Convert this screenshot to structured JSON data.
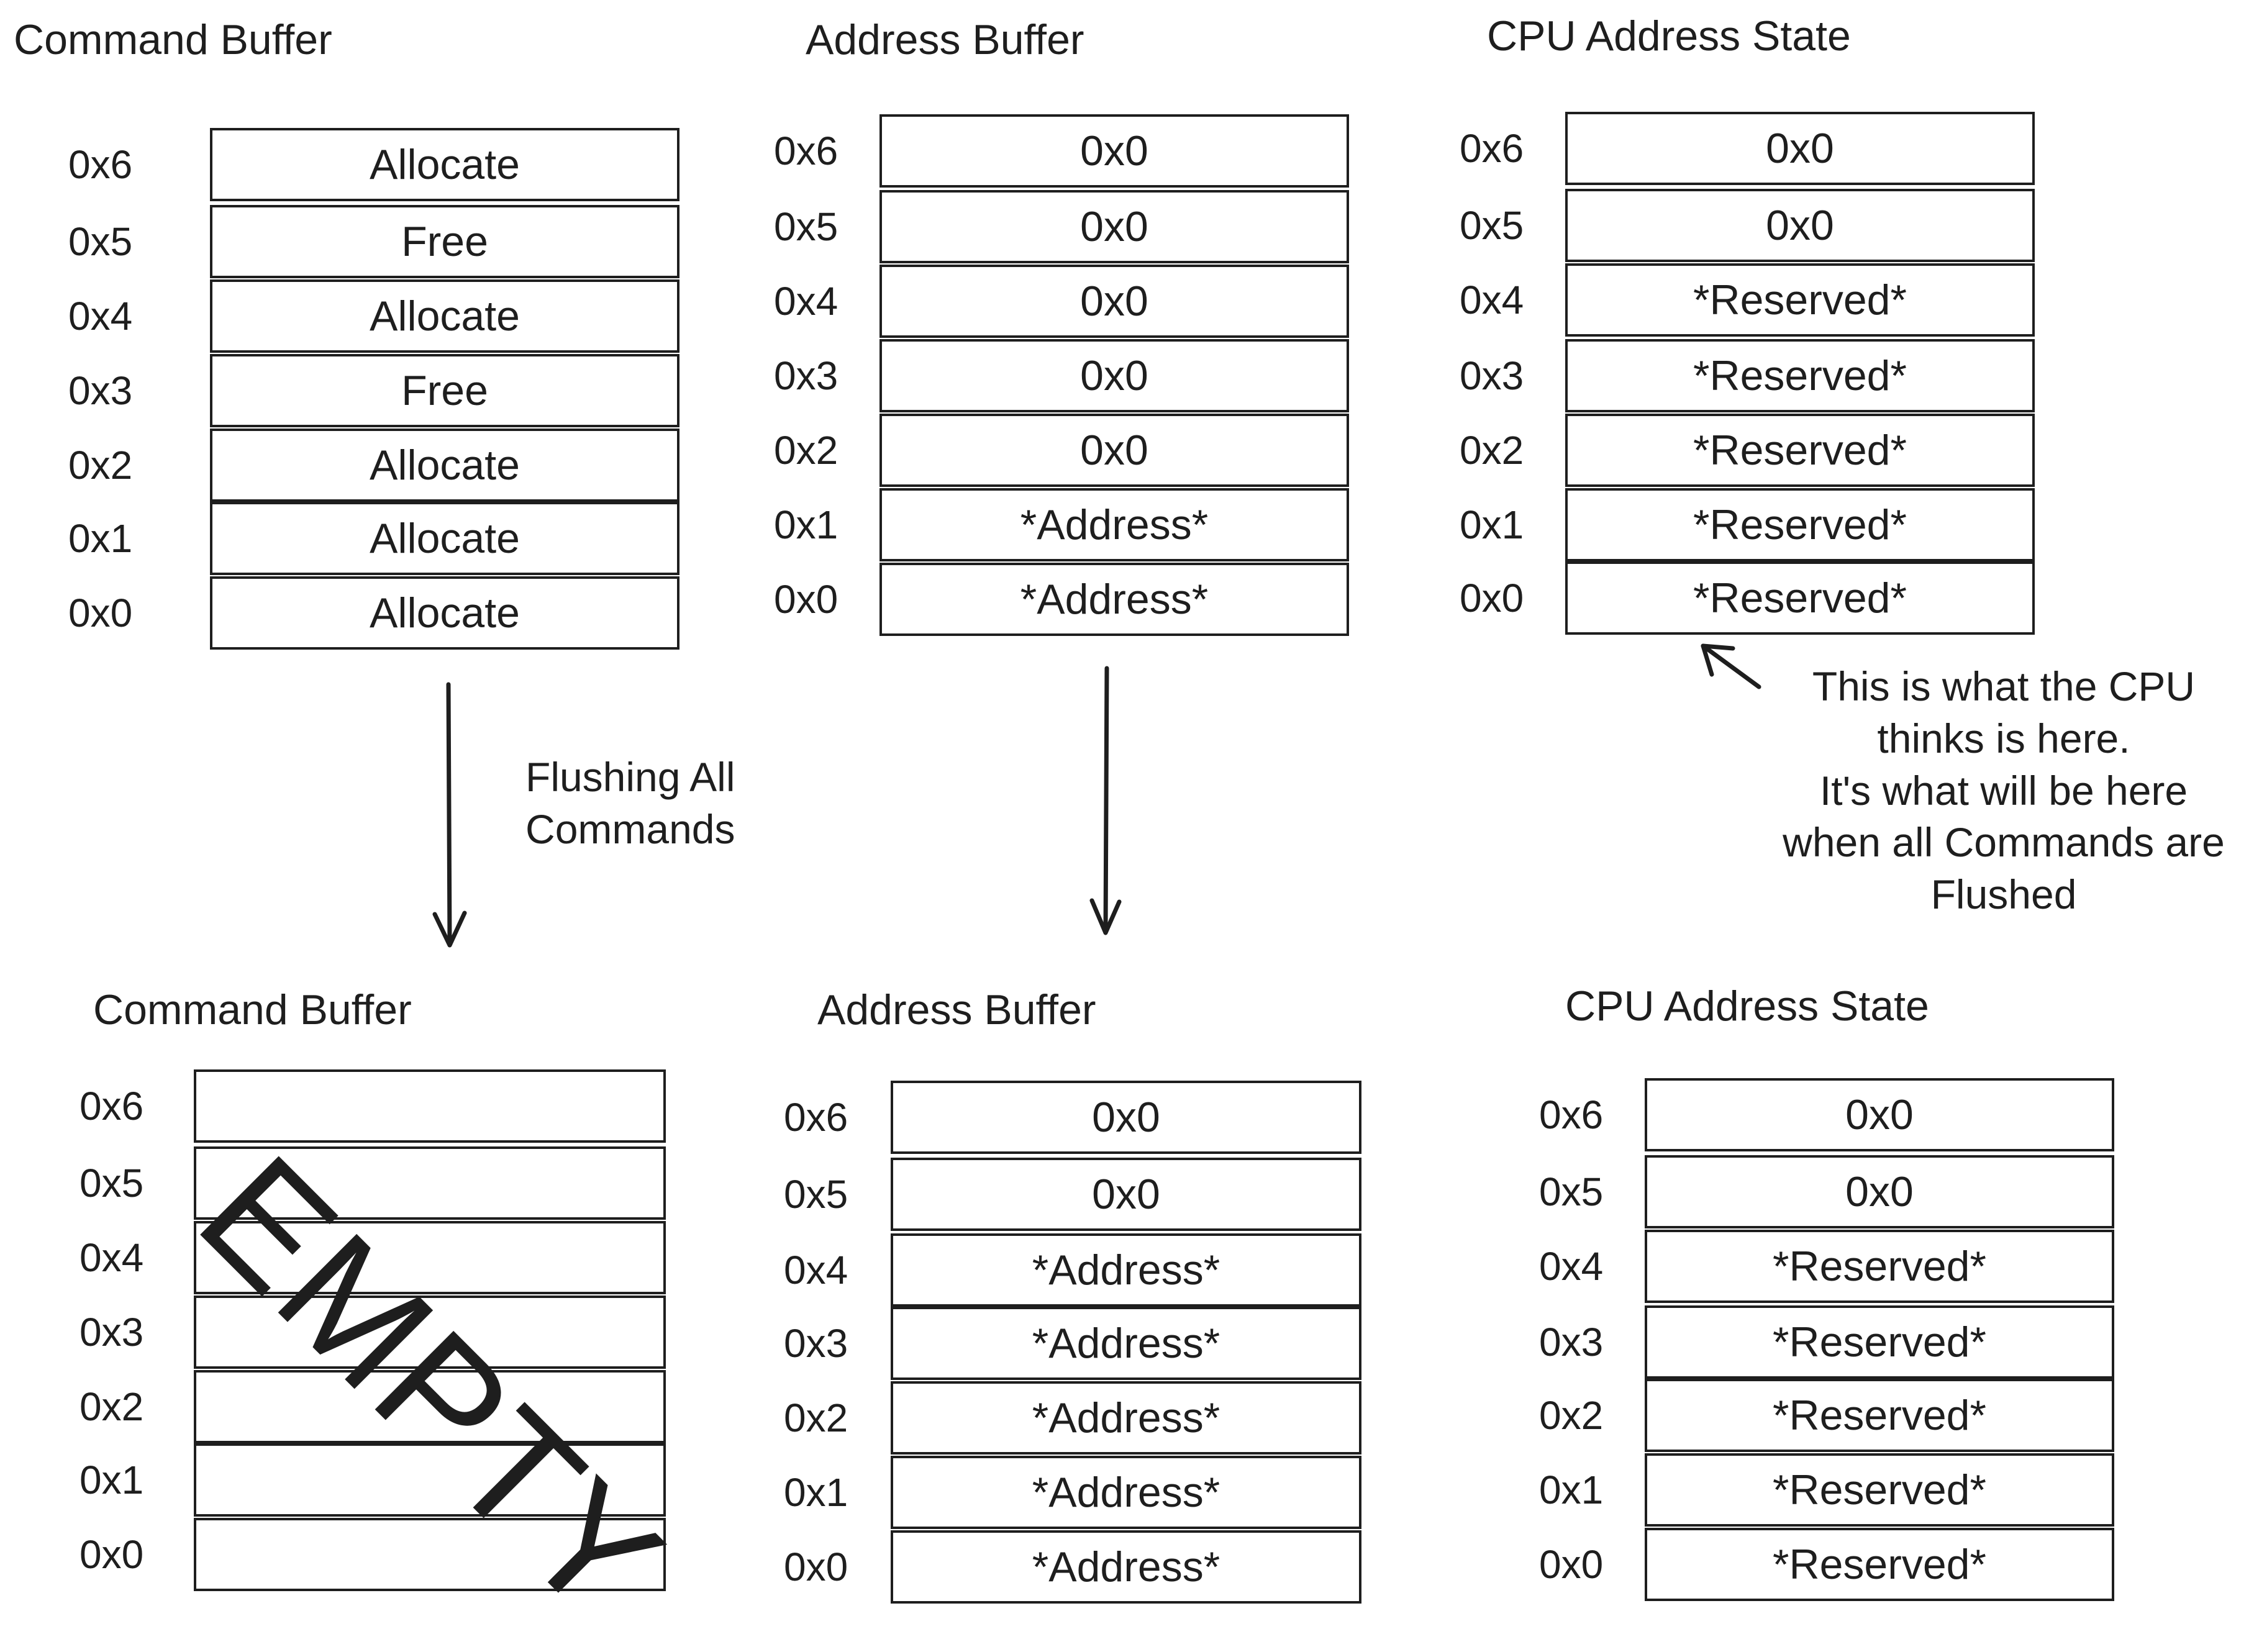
{
  "top": {
    "command_buffer": {
      "title": "Command Buffer",
      "rows": [
        {
          "index": "0x6",
          "value": "Allocate"
        },
        {
          "index": "0x5",
          "value": "Free"
        },
        {
          "index": "0x4",
          "value": "Allocate"
        },
        {
          "index": "0x3",
          "value": "Free"
        },
        {
          "index": "0x2",
          "value": "Allocate"
        },
        {
          "index": "0x1",
          "value": "Allocate"
        },
        {
          "index": "0x0",
          "value": "Allocate"
        }
      ]
    },
    "address_buffer": {
      "title": "Address Buffer",
      "rows": [
        {
          "index": "0x6",
          "value": "0x0"
        },
        {
          "index": "0x5",
          "value": "0x0"
        },
        {
          "index": "0x4",
          "value": "0x0"
        },
        {
          "index": "0x3",
          "value": "0x0"
        },
        {
          "index": "0x2",
          "value": "0x0"
        },
        {
          "index": "0x1",
          "value": "*Address*"
        },
        {
          "index": "0x0",
          "value": "*Address*"
        }
      ]
    },
    "cpu_state": {
      "title": "CPU Address State",
      "rows": [
        {
          "index": "0x6",
          "value": "0x0"
        },
        {
          "index": "0x5",
          "value": "0x0"
        },
        {
          "index": "0x4",
          "value": "*Reserved*"
        },
        {
          "index": "0x3",
          "value": "*Reserved*"
        },
        {
          "index": "0x2",
          "value": "*Reserved*"
        },
        {
          "index": "0x1",
          "value": "*Reserved*"
        },
        {
          "index": "0x0",
          "value": "*Reserved*"
        }
      ]
    }
  },
  "flush_label": [
    "Flushing All",
    "Commands"
  ],
  "cpu_note": [
    "This is what the CPU",
    "thinks is here.",
    "It's what will be here",
    "when all Commands are",
    "Flushed"
  ],
  "bottom": {
    "command_buffer": {
      "title": "Command Buffer",
      "empty_label": "EMPTY",
      "rows": [
        {
          "index": "0x6",
          "value": ""
        },
        {
          "index": "0x5",
          "value": ""
        },
        {
          "index": "0x4",
          "value": ""
        },
        {
          "index": "0x3",
          "value": ""
        },
        {
          "index": "0x2",
          "value": ""
        },
        {
          "index": "0x1",
          "value": ""
        },
        {
          "index": "0x0",
          "value": ""
        }
      ]
    },
    "address_buffer": {
      "title": "Address Buffer",
      "rows": [
        {
          "index": "0x6",
          "value": "0x0"
        },
        {
          "index": "0x5",
          "value": "0x0"
        },
        {
          "index": "0x4",
          "value": "*Address*"
        },
        {
          "index": "0x3",
          "value": "*Address*"
        },
        {
          "index": "0x2",
          "value": "*Address*"
        },
        {
          "index": "0x1",
          "value": "*Address*"
        },
        {
          "index": "0x0",
          "value": "*Address*"
        }
      ]
    },
    "cpu_state": {
      "title": "CPU Address State",
      "rows": [
        {
          "index": "0x6",
          "value": "0x0"
        },
        {
          "index": "0x5",
          "value": "0x0"
        },
        {
          "index": "0x4",
          "value": "*Reserved*"
        },
        {
          "index": "0x3",
          "value": "*Reserved*"
        },
        {
          "index": "0x2",
          "value": "*Reserved*"
        },
        {
          "index": "0x1",
          "value": "*Reserved*"
        },
        {
          "index": "0x0",
          "value": "*Reserved*"
        }
      ]
    }
  }
}
